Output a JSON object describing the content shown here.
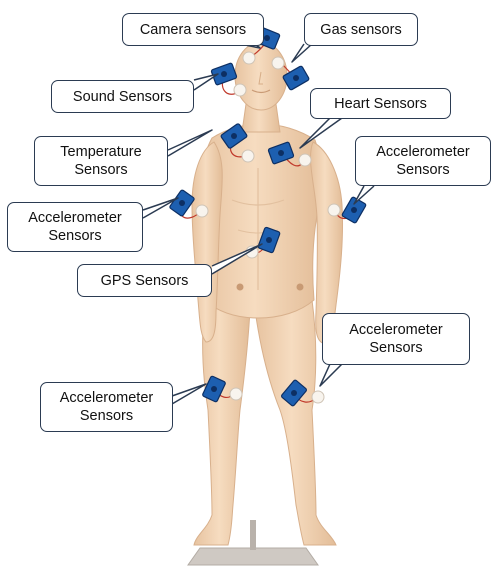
{
  "diagram": {
    "labels": {
      "camera": "Camera sensors",
      "gas": "Gas sensors",
      "sound": "Sound Sensors",
      "heart": "Heart Sensors",
      "temperature": "Temperature\nSensors",
      "accel_right_arm": "Accelerometer\nSensors",
      "accel_left_arm": "Accelerometer\nSensors",
      "gps": "GPS Sensors",
      "accel_right_knee": "Accelerometer\nSensors",
      "accel_left_knee": "Accelerometer\nSensors"
    },
    "colors": {
      "callout_border": "#2b3b52",
      "skin": "#f1d4b6",
      "skin_shade": "#e0b893",
      "sensor_board": "#1d5fb0",
      "sensor_dark": "#0d2f63",
      "electrode": "#f7f3ec",
      "wire": "#c0392b",
      "stand": "#c9c3bd"
    }
  }
}
